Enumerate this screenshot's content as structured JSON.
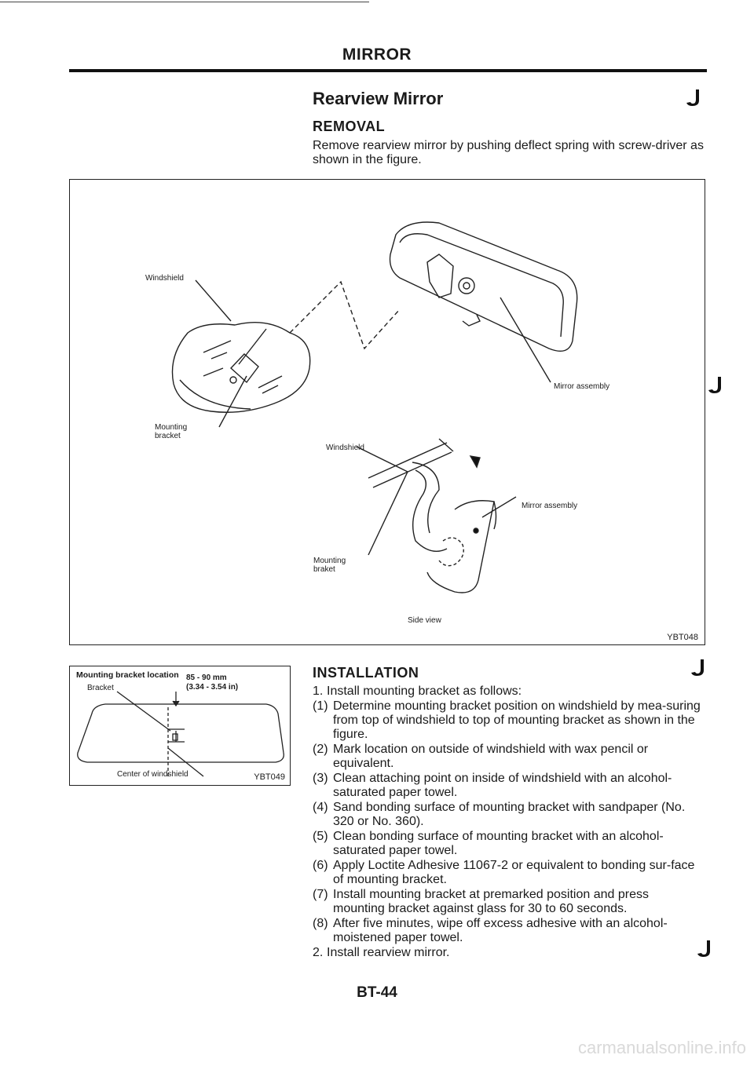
{
  "section_title": "MIRROR",
  "subtitle": "Rearview Mirror",
  "removal": {
    "heading": "REMOVAL",
    "text": "Remove rearview mirror by pushing deflect spring with screw-driver as shown in the figure."
  },
  "figure1": {
    "labels": {
      "windshield_top": "Windshield",
      "mounting_bracket_top": "Mounting bracket",
      "mirror_assembly_top": "Mirror assembly",
      "windshield_side": "Windshield",
      "mirror_assembly_side": "Mirror assembly",
      "mounting_braket_side": "Mounting braket",
      "side_view": "Side view"
    },
    "code": "YBT048"
  },
  "figure2": {
    "title": "Mounting bracket location",
    "dimension_mm": "85 - 90 mm",
    "dimension_in": "(3.34 - 3.54 in)",
    "bracket_label": "Bracket",
    "center_label": "Center of windshield",
    "code": "YBT049"
  },
  "installation": {
    "heading": "INSTALLATION",
    "steps": [
      {
        "num": "1.",
        "text": "Install mounting bracket as follows:"
      },
      {
        "num": "(1)",
        "text": "Determine mounting bracket position on windshield by mea-suring from top of windshield to top of mounting bracket as shown in the figure."
      },
      {
        "num": "(2)",
        "text": "Mark location on outside of windshield with wax pencil or equivalent."
      },
      {
        "num": "(3)",
        "text": "Clean attaching point on inside of windshield with an alcohol-saturated paper towel."
      },
      {
        "num": "(4)",
        "text": "Sand bonding surface of mounting bracket with sandpaper (No. 320 or No. 360)."
      },
      {
        "num": "(5)",
        "text": "Clean bonding surface of mounting bracket with an alcohol-saturated paper towel."
      },
      {
        "num": "(6)",
        "text": "Apply Loctite Adhesive 11067-2 or equivalent to bonding sur-face of mounting bracket."
      },
      {
        "num": "(7)",
        "text": "Install mounting bracket at premarked position and press mounting bracket against glass for 30 to 60 seconds."
      },
      {
        "num": "(8)",
        "text": "After five minutes, wipe off excess adhesive with an alcohol-moistened paper towel."
      },
      {
        "num": "2.",
        "text": "Install rearview mirror."
      }
    ]
  },
  "page_number": "BT-44",
  "watermark": "carmanualsonline.info"
}
